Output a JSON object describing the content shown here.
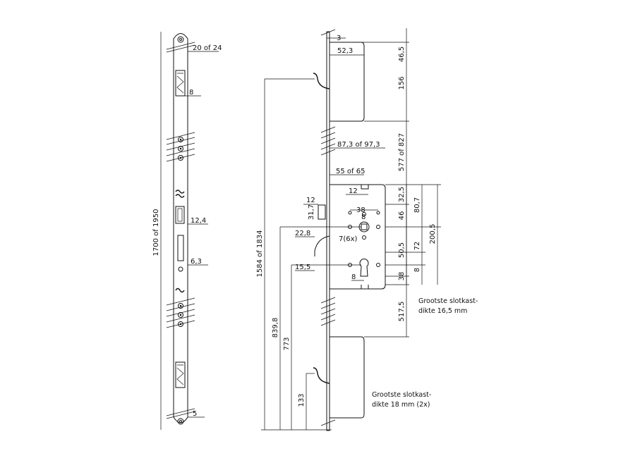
{
  "left_view": {
    "total_height": "1700 of 1950",
    "backset_top": "20 of 24",
    "bolt_width": "8",
    "latch_width": "12,4",
    "hole_offset": "6,3",
    "bottom_offset": "5"
  },
  "right_view": {
    "plate_thickness": "3",
    "top_case_depth": "52,3",
    "top_offset": "46,5",
    "top_case_height": "156",
    "case_depth_range": "87,3 of 97,3",
    "upper_spacing": "577 of 827",
    "backset": "55 of 65",
    "follower_offset": "12",
    "latch_height": "31,7",
    "spindle_spacing": "38",
    "spindle_square": "8",
    "dim_32_5": "32,5",
    "dim_80_7": "80,7",
    "dim_46": "46",
    "dim_200_5": "200,5",
    "latch_projection": "22,8",
    "screw_note": "7(6x)",
    "dim_72": "72",
    "dim_50_5": "50,5",
    "dim_15_5": "15,5",
    "cyl_offset_8a": "8",
    "dim_38_lower": "38",
    "cyl_offset_8b": "8",
    "dim_517_5": "517,5",
    "handle_height_1": "1584 of 1834",
    "handle_height_2": "839,8",
    "handle_height_3": "773",
    "bottom_dim": "133"
  },
  "notes": {
    "note1_line1": "Grootste slotkast-",
    "note1_line2": "dikte 16,5 mm",
    "note2_line1": "Grootste slotkast-",
    "note2_line2": "dikte 18 mm (2x)"
  }
}
